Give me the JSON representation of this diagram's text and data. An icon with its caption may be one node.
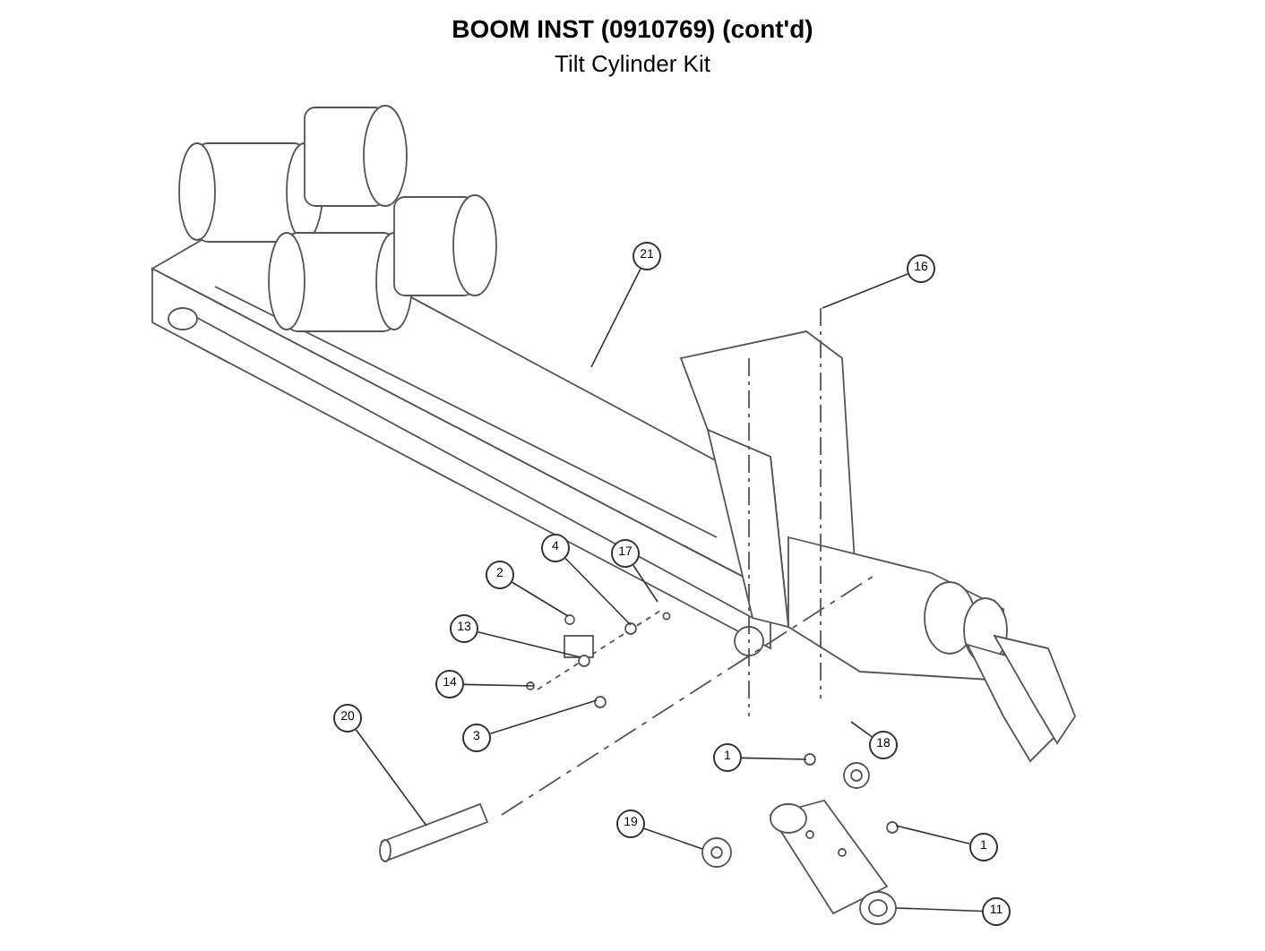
{
  "diagram": {
    "title": "BOOM INST (0910769) (cont'd)",
    "nodes": [
      {
        "text": [
          "21"
        ]
      },
      {
        "text": [
          "16"
        ]
      },
      {
        "text": [
          "4"
        ]
      },
      {
        "text": [
          "17"
        ]
      },
      {
        "text": [
          "2"
        ]
      },
      {
        "text": [
          "13"
        ]
      },
      {
        "text": [
          "14"
        ]
      },
      {
        "text": [
          "3"
        ]
      },
      {
        "text": [
          "20"
        ]
      },
      {
        "text": [
          "1"
        ]
      },
      {
        "text": [
          "18"
        ]
      },
      {
        "text": [
          "19"
        ]
      },
      {
        "text": [
          "1"
        ]
      },
      {
        "text": [
          "11"
        ]
      }
    ],
    "edges": [
      {
        "from": 0,
        "to": null,
        "arrow": "none"
      },
      {
        "from": 1,
        "to": null,
        "arrow": "none"
      },
      {
        "from": 2,
        "to": null,
        "arrow": "none"
      },
      {
        "from": 3,
        "to": null,
        "arrow": "none"
      },
      {
        "from": 4,
        "to": null,
        "arrow": "none"
      },
      {
        "from": 5,
        "to": null,
        "arrow": "none"
      },
      {
        "from": 6,
        "to": null,
        "arrow": "none"
      },
      {
        "from": 7,
        "to": null,
        "arrow": "none"
      },
      {
        "from": 8,
        "to": null,
        "arrow": "none"
      },
      {
        "from": 9,
        "to": null,
        "arrow": "none"
      },
      {
        "from": 10,
        "to": null,
        "arrow": "none"
      },
      {
        "from": 11,
        "to": null,
        "arrow": "none"
      },
      {
        "from": 12,
        "to": null,
        "arrow": "none"
      },
      {
        "from": 13,
        "to": null,
        "arrow": "none"
      }
    ],
    "labels": [
      "Tilt Cylinder Kit"
    ]
  }
}
